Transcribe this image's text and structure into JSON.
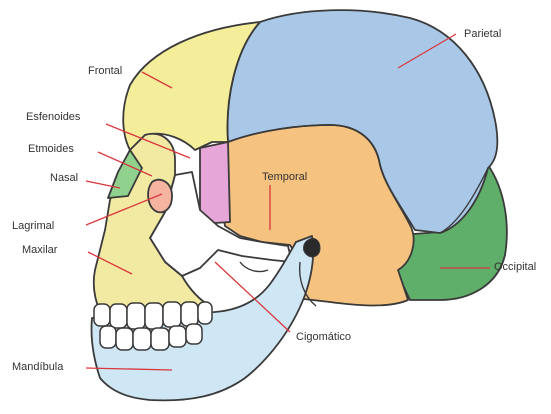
{
  "diagram": {
    "colors": {
      "parietal": "#a9c8e8",
      "frontal": "#f4ee9a",
      "temporal": "#f6c27f",
      "occipital": "#5fae6a",
      "esfenoides": "#e6a6d8",
      "cigomatico": "#ffffff",
      "maxilar": "#f2eaa2",
      "mandibula": "#cfe6f5",
      "nasal": "#8fd18d",
      "lagrimal": "#f4b4a0",
      "leader": "#d9373c"
    },
    "labels": {
      "parietal": "Parietal",
      "frontal": "Frontal",
      "esfenoides": "Esfenoides",
      "etmoides": "Etmoides",
      "nasal": "Nasal",
      "temporal": "Temporal",
      "lagrimal": "Lagrimal",
      "maxilar": "Maxilar",
      "occipital": "Occipital",
      "cigomatico": "Cigomático",
      "mandibula": "Mandíbula"
    }
  }
}
